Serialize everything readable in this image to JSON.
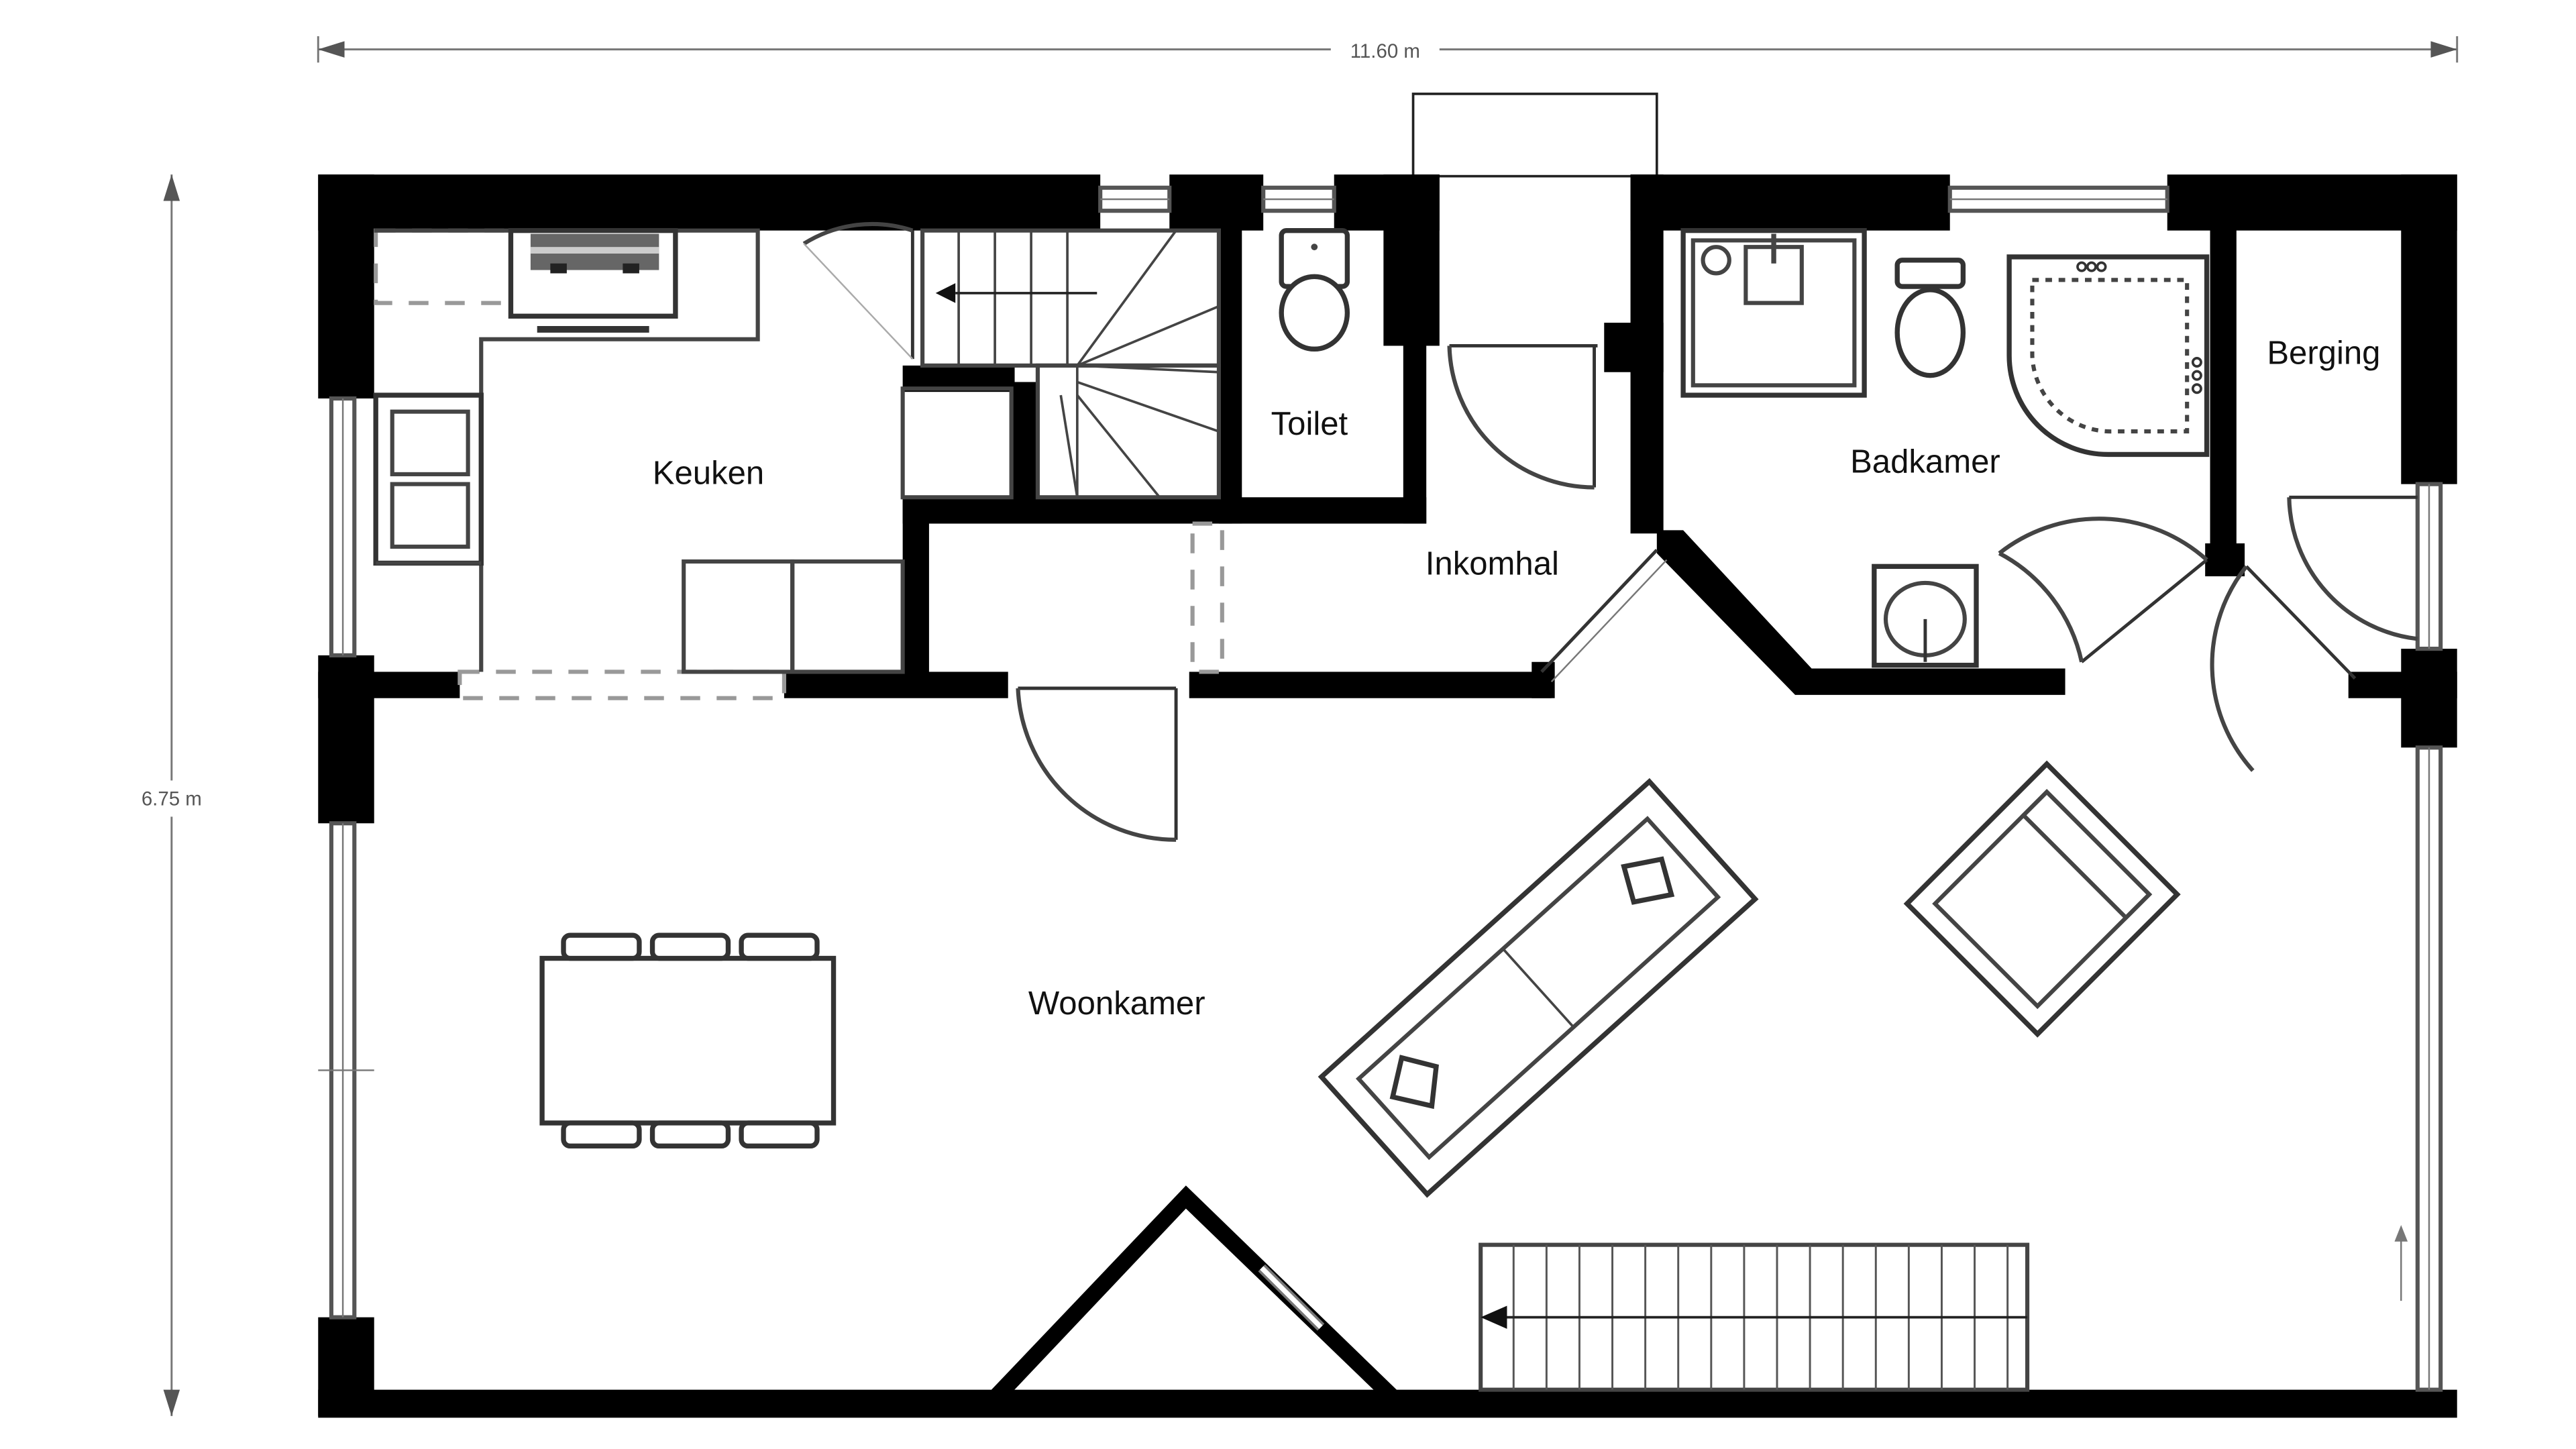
{
  "dimensions": {
    "width": "11.60 m",
    "height": "6.75 m"
  },
  "rooms": {
    "keuken": "Keuken",
    "toilet": "Toilet",
    "inkomhal": "Inkomhal",
    "badkamer": "Badkamer",
    "berging": "Berging",
    "woonkamer": "Woonkamer"
  }
}
